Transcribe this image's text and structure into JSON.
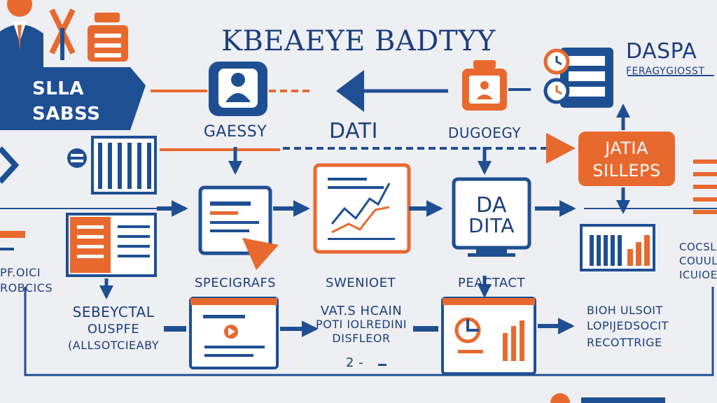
{
  "diagram": {
    "title": "KBEAEYE BADTYY",
    "top_left_box": {
      "line1": "SLLA",
      "line2": "SABSS"
    },
    "top_right": {
      "title": "DASPA",
      "subtitle": "FERAGYGIOSST"
    },
    "nodes": {
      "gatesy": "GAESSY",
      "dati": "DATI",
      "dugoegy": "DUGOEGY",
      "jatia_box": {
        "line1": "JATIA",
        "line2": "SILLEPS"
      },
      "da_dita": {
        "line1": "DA",
        "line2": "DITA"
      }
    },
    "mid_labels": {
      "left_stub": {
        "line1": "PF.OICI",
        "line2": "ROBCICS"
      },
      "specigrafs": "SPECIGRAFS",
      "swenioet": "SWENIOET",
      "peactact": "PEACTACT",
      "right_stack": {
        "line1": "COCSLE",
        "line2": "COUULCS",
        "line3": "ICUIOES"
      }
    },
    "bottom_labels": {
      "left": {
        "line1": "SEBEYCTAL",
        "line2": "OUSPFE",
        "line3": "(ALLSOTCIEABY"
      },
      "center": {
        "line1": "VAT.S HCAIN",
        "line2": "POTI IOLREDINI",
        "line3": "DISFLEOR"
      },
      "center_num": "2 -",
      "right": {
        "line1": "BIOH ULSOIT",
        "line2": "LOPIJEDSOCIT",
        "line3": "RECOTTRIGE"
      }
    },
    "colors": {
      "blue": "#1f4f93",
      "orange": "#e8692e",
      "background": "#eeeff3"
    }
  }
}
